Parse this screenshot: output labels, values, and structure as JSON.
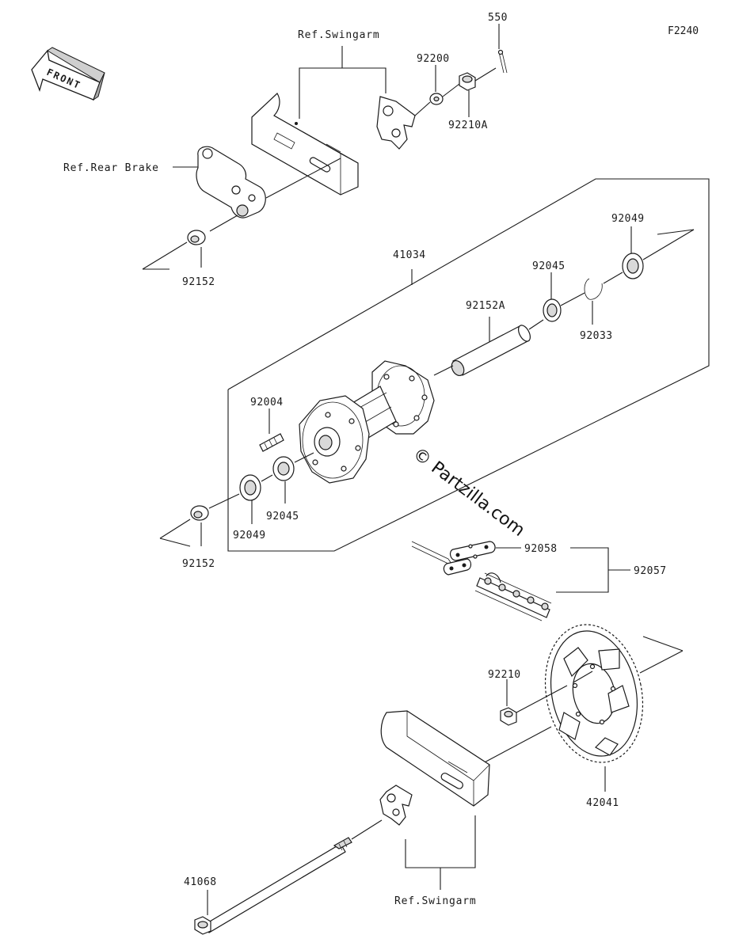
{
  "figure_code": "F2240",
  "front_label": "FRONT",
  "watermark": "© Partzilla.com",
  "ref_labels": {
    "swingarm_top": "Ref.Swingarm",
    "rear_brake": "Ref.Rear Brake",
    "swingarm_bottom": "Ref.Swingarm"
  },
  "part_numbers": {
    "p550": "550",
    "p92200": "92200",
    "p92210a": "92210A",
    "p92152_top": "92152",
    "p41034": "41034",
    "p92049_right": "92049",
    "p92045_right": "92045",
    "p92152a": "92152A",
    "p92033": "92033",
    "p92004": "92004",
    "p92045_left": "92045",
    "p92049_left": "92049",
    "p92152_bottom": "92152",
    "p92058": "92058",
    "p92057": "92057",
    "p92210": "92210",
    "p42041": "42041",
    "p41068": "41068"
  },
  "colors": {
    "line": "#1a1a1a",
    "background": "#ffffff",
    "part_fill": "#ffffff",
    "shade": "#d9d9d9"
  }
}
